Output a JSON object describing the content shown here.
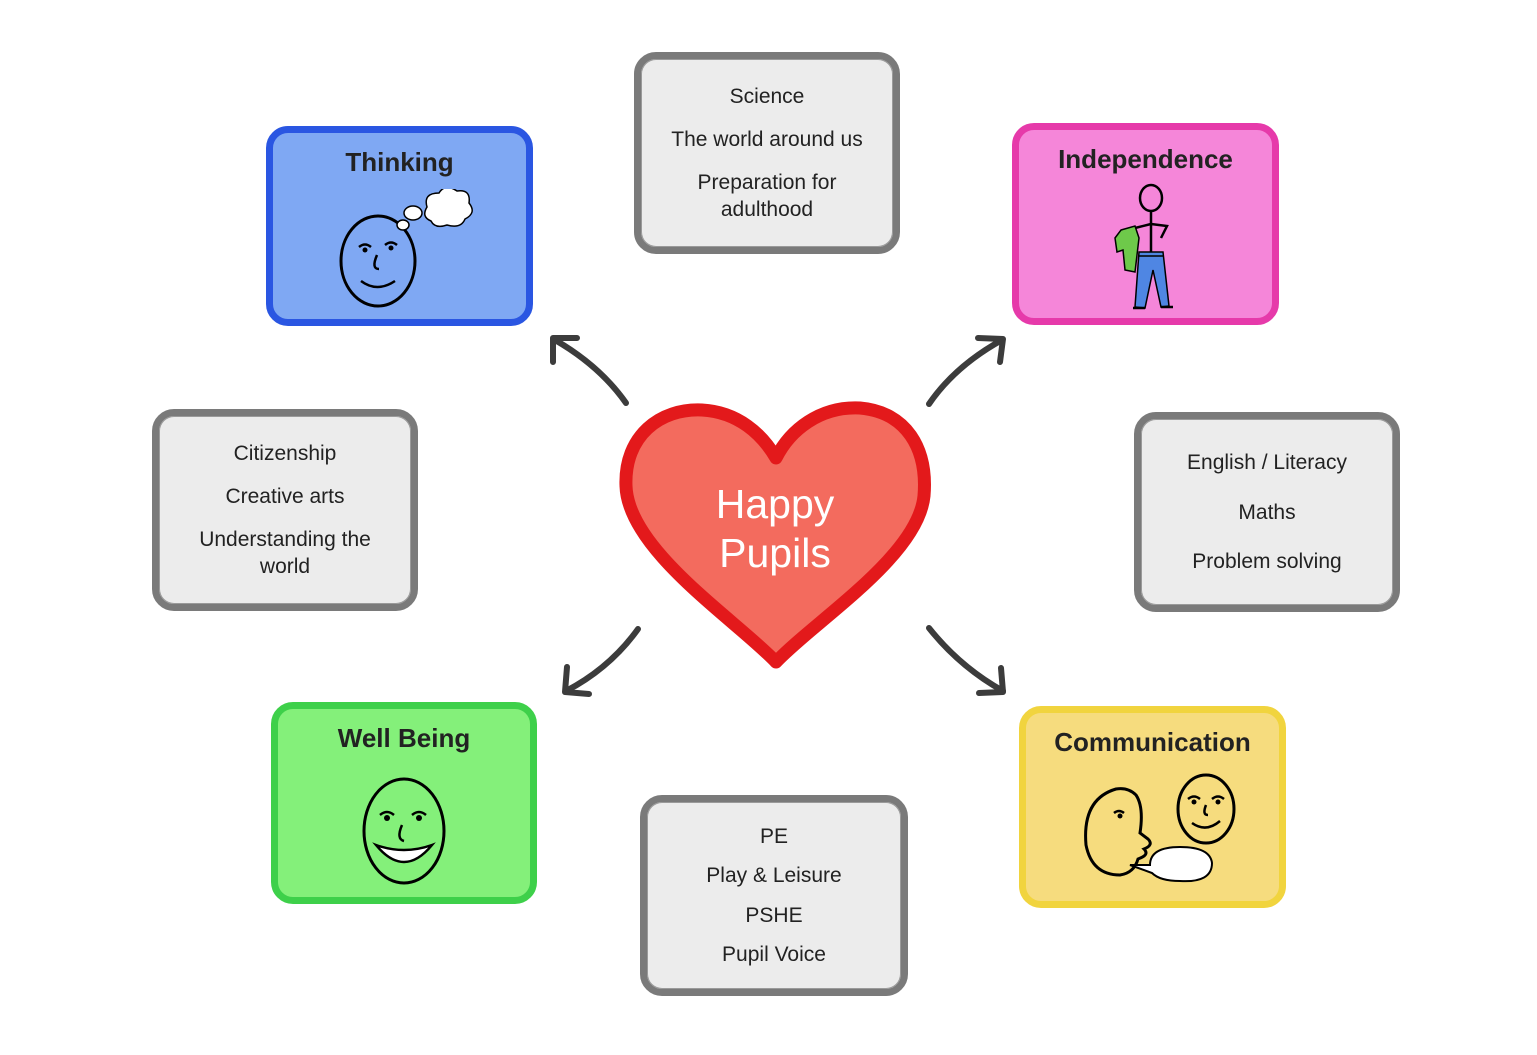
{
  "center": {
    "line1": "Happy",
    "line2": "Pupils"
  },
  "themes": {
    "thinking": {
      "title": "Thinking",
      "icon": "thinking-face-icon",
      "fill": "#7fa8f3",
      "border": "#2a56e2"
    },
    "independence": {
      "title": "Independence",
      "icon": "stick-figure-dressing-icon",
      "fill": "#f586d9",
      "border": "#e63aaa"
    },
    "wellbeing": {
      "title": "Well Being",
      "icon": "smiling-face-icon",
      "fill": "#84f07a",
      "border": "#3ed04a"
    },
    "communication": {
      "title": "Communication",
      "icon": "talking-faces-icon",
      "fill": "#f6dc7e",
      "border": "#f1d43e"
    }
  },
  "subjects": {
    "top": [
      "Science",
      "The world around us",
      "Preparation for adulthood"
    ],
    "left": [
      "Citizenship",
      "Creative arts",
      "Understanding the world"
    ],
    "right": [
      "English / Literacy",
      "Maths",
      "Problem solving"
    ],
    "bottom": [
      "PE",
      "Play & Leisure",
      "PSHE",
      "Pupil Voice"
    ]
  },
  "colors": {
    "heart_fill": "#f36b5e",
    "heart_border": "#e3191b",
    "subject_box_fill": "#ececec",
    "subject_box_border": "#7a7a7a",
    "arrow": "#3c3c3c"
  }
}
